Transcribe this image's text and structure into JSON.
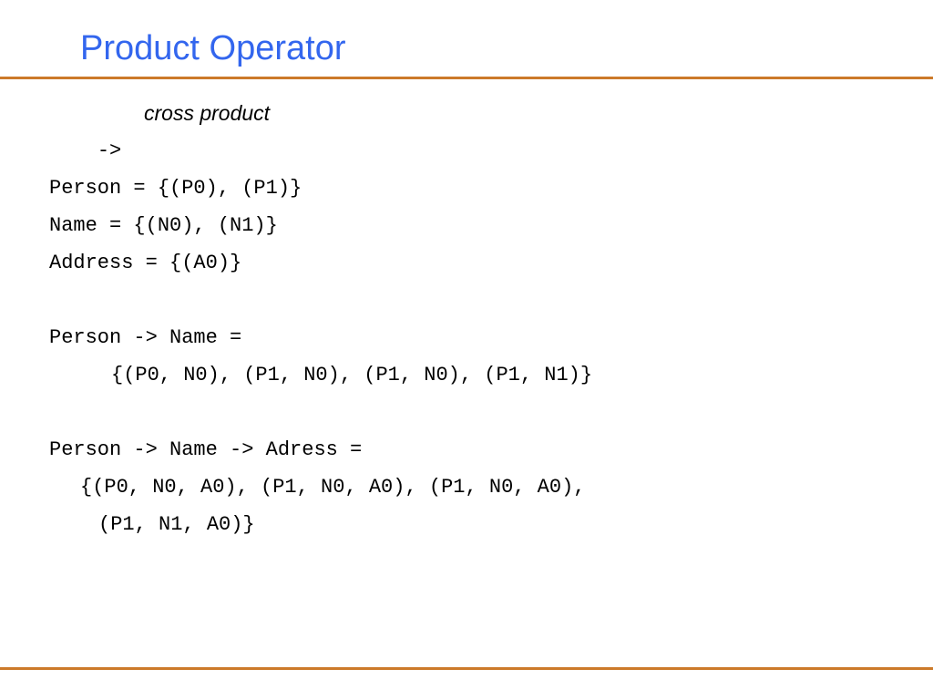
{
  "slide": {
    "title": "Product Operator",
    "colors": {
      "title": "#3366ee",
      "rule": "#cc7a2a",
      "text": "#000000"
    }
  },
  "intro": {
    "operator": "->",
    "description": "cross product"
  },
  "definitions": [
    "Person = {(P0), (P1)}",
    "Name = {(N0), (N1)}",
    "Address = {(A0)}"
  ],
  "example1": {
    "expression": "Person -> Name =",
    "result": "{(P0, N0), (P1, N0), (P1, N0), (P1, N1)}"
  },
  "example2": {
    "expression": "Person -> Name -> Adress =",
    "result_line1": "{(P0, N0, A0), (P1, N0, A0), (P1, N0, A0),",
    "result_line2": "(P1, N1, A0)}"
  }
}
